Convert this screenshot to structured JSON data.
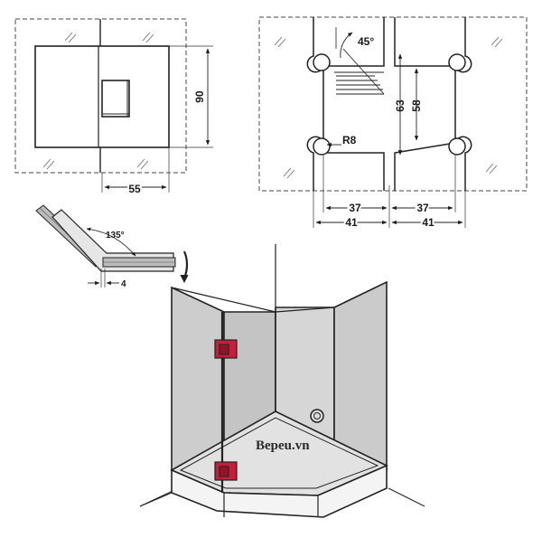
{
  "diagram_1": {
    "dimensions": {
      "height": "90",
      "width": "55"
    }
  },
  "diagram_2": {
    "dimensions": {
      "angle": "45°",
      "cutout_height_outer": "63",
      "cutout_height_inner": "58",
      "radius": "R8",
      "left_inner": "37",
      "right_inner": "37",
      "left_outer": "41",
      "right_outer": "41"
    }
  },
  "diagram_3": {
    "dimensions": {
      "angle": "135°",
      "gap": "4"
    }
  },
  "shower": {
    "watermark": "Bepeu.vn",
    "accent_color": "#c41e3a",
    "glass_color": "#cdcdcd"
  }
}
